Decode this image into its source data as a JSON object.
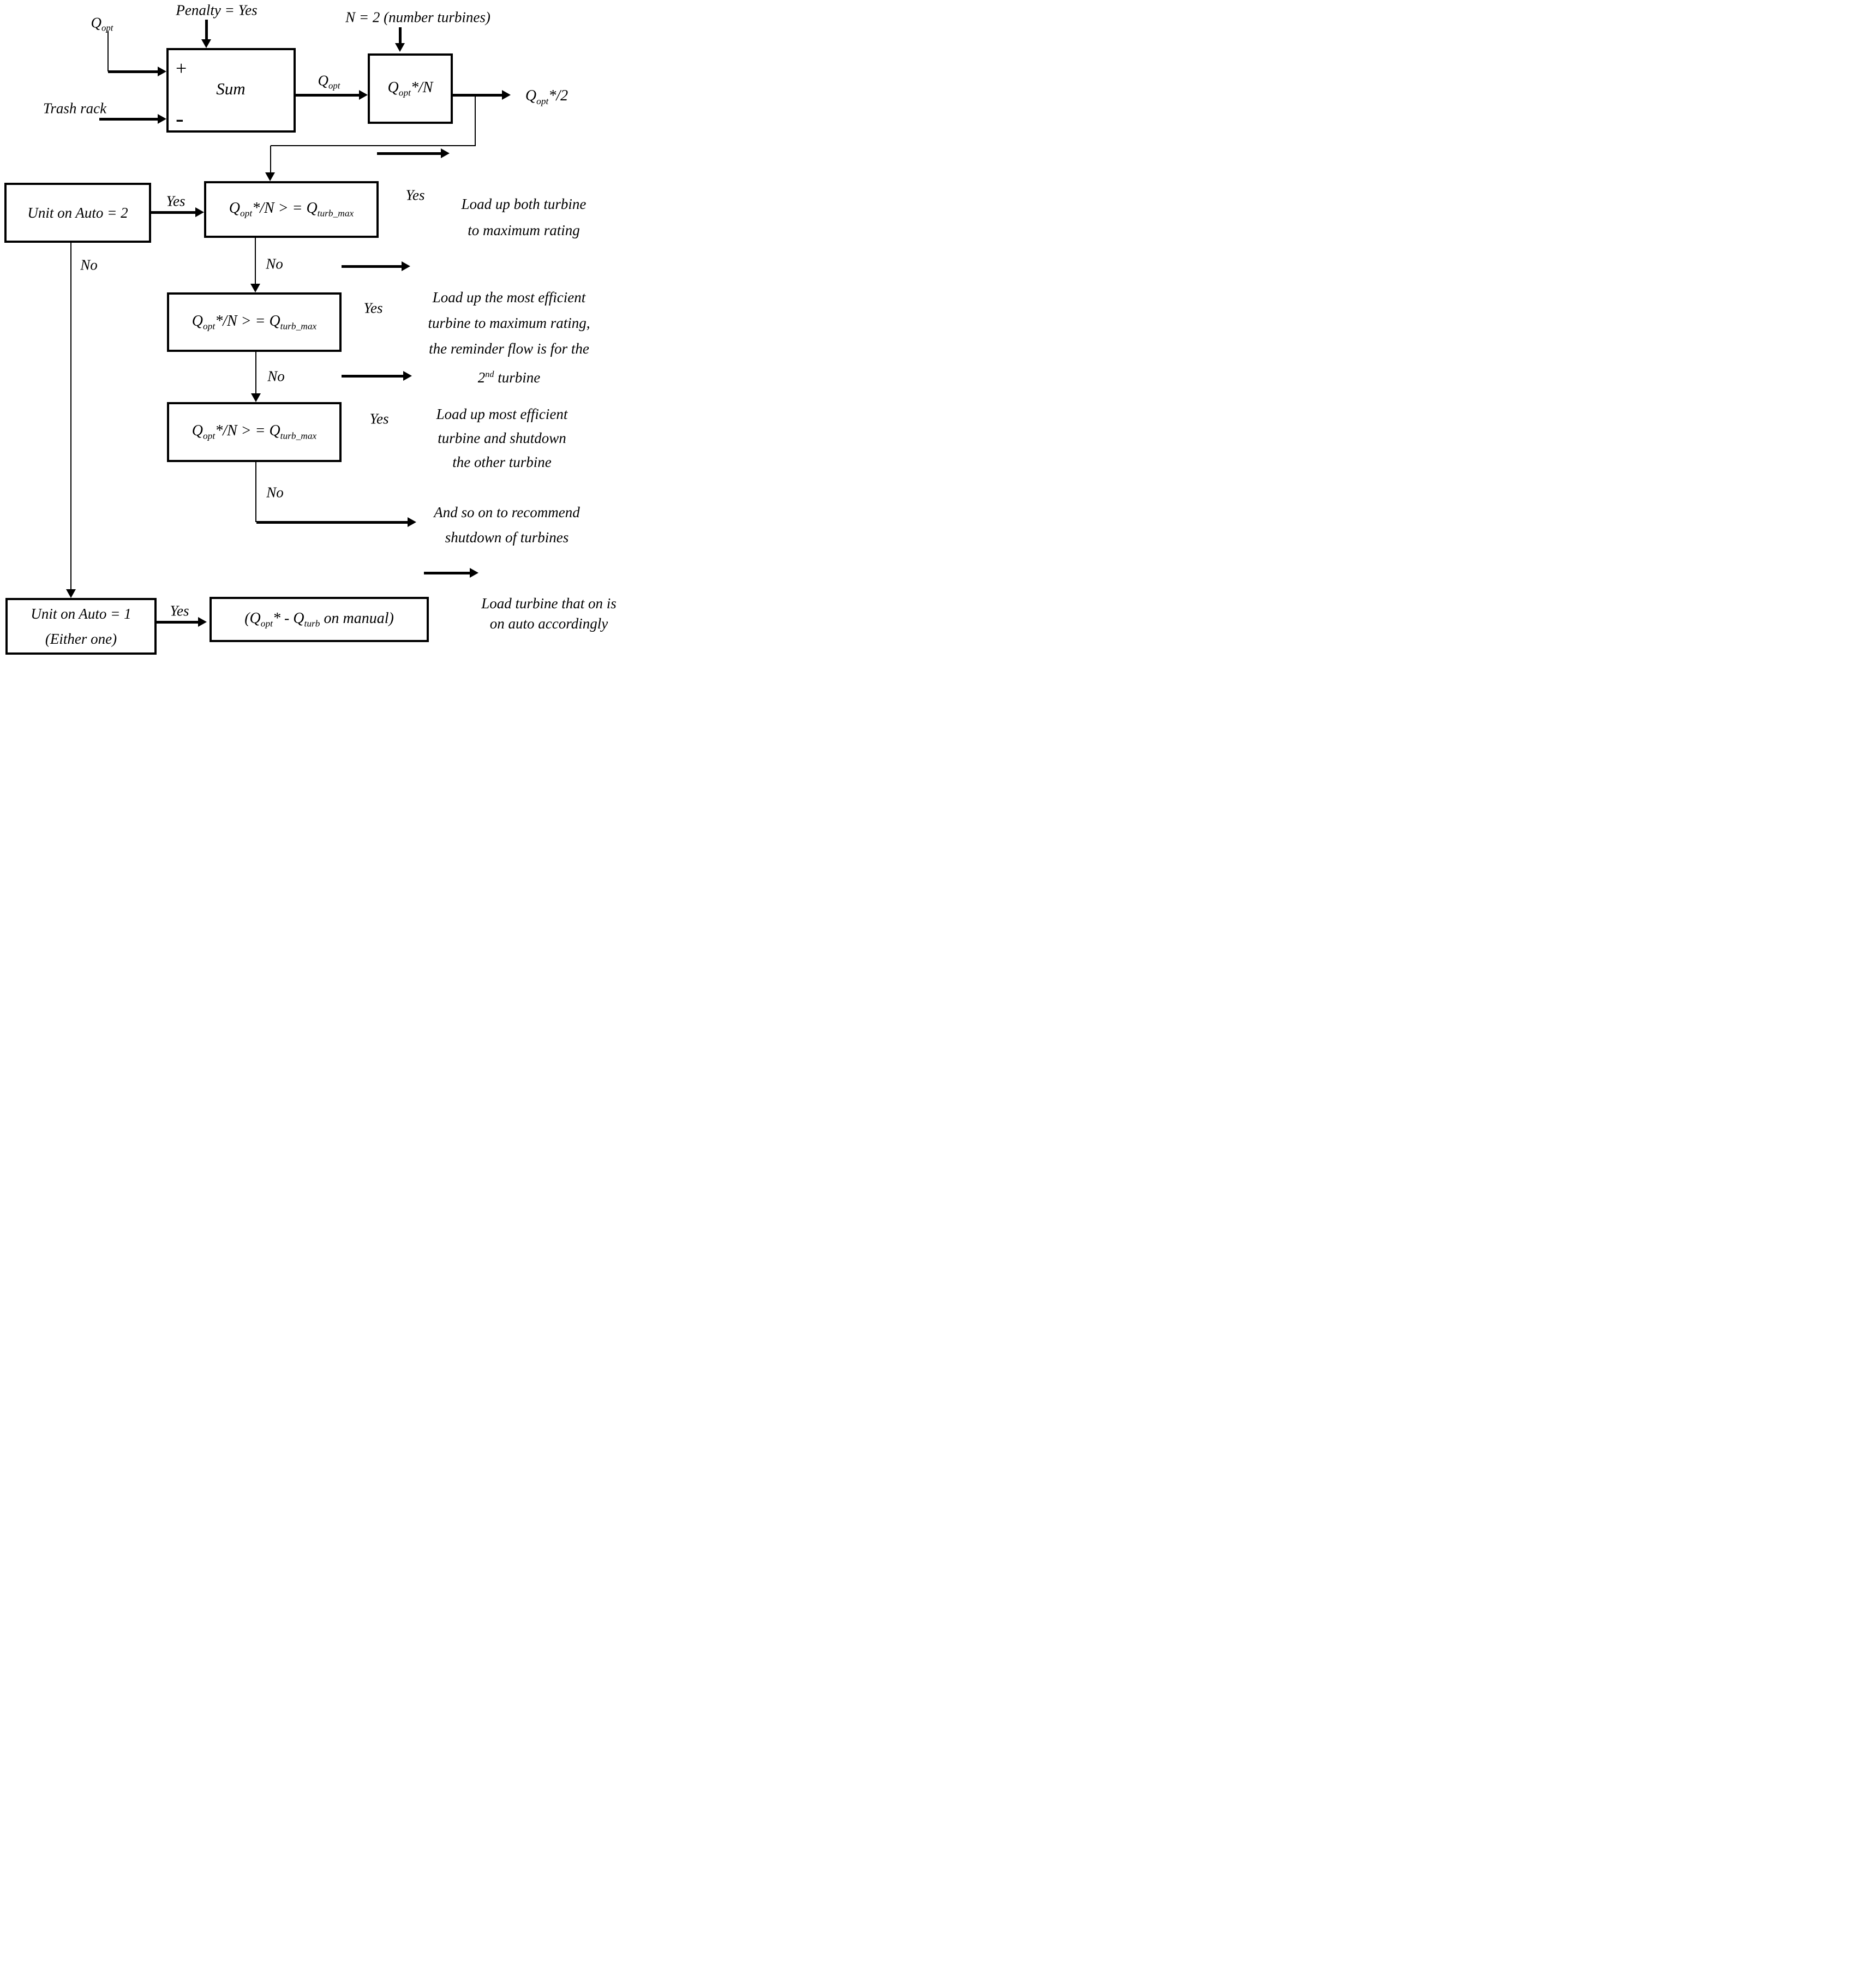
{
  "labels": {
    "penalty": "Penalty = Yes",
    "n_turbines": "N = 2 (number turbines)",
    "trash_rack": "Trash rack",
    "sum": "Sum",
    "plus": "+",
    "minus": "-",
    "yes": "Yes",
    "no": "No"
  },
  "formulas": {
    "q": "Q",
    "opt": "opt",
    "turb": "turb",
    "turb_max": "turb_max",
    "star_n": "*/N",
    "star_2": "*/2",
    "ge_mid": "*/N > = ",
    "manual_open": "(",
    "manual_mid": "* - ",
    "manual_close": " on manual)"
  },
  "unit_boxes": {
    "auto2": "Unit on Auto = 2",
    "auto1_line1": "Unit on Auto = 1",
    "auto1_line2": "(Either one)"
  },
  "outcomes": {
    "both": [
      "Load up both turbine",
      "to maximum rating"
    ],
    "efficient": [
      "Load up the most efficient",
      "turbine to maximum rating,",
      "the reminder flow is for the"
    ],
    "efficient_last": {
      "num": "2",
      "sup": "nd",
      "rest": " turbine"
    },
    "shutdown": [
      "Load up most efficient",
      "turbine and shutdown",
      "the other turbine"
    ],
    "so_on": [
      "And so on to recommend",
      "shutdown of turbines"
    ],
    "load_auto": [
      "Load turbine that on is",
      "on auto accordingly"
    ]
  }
}
